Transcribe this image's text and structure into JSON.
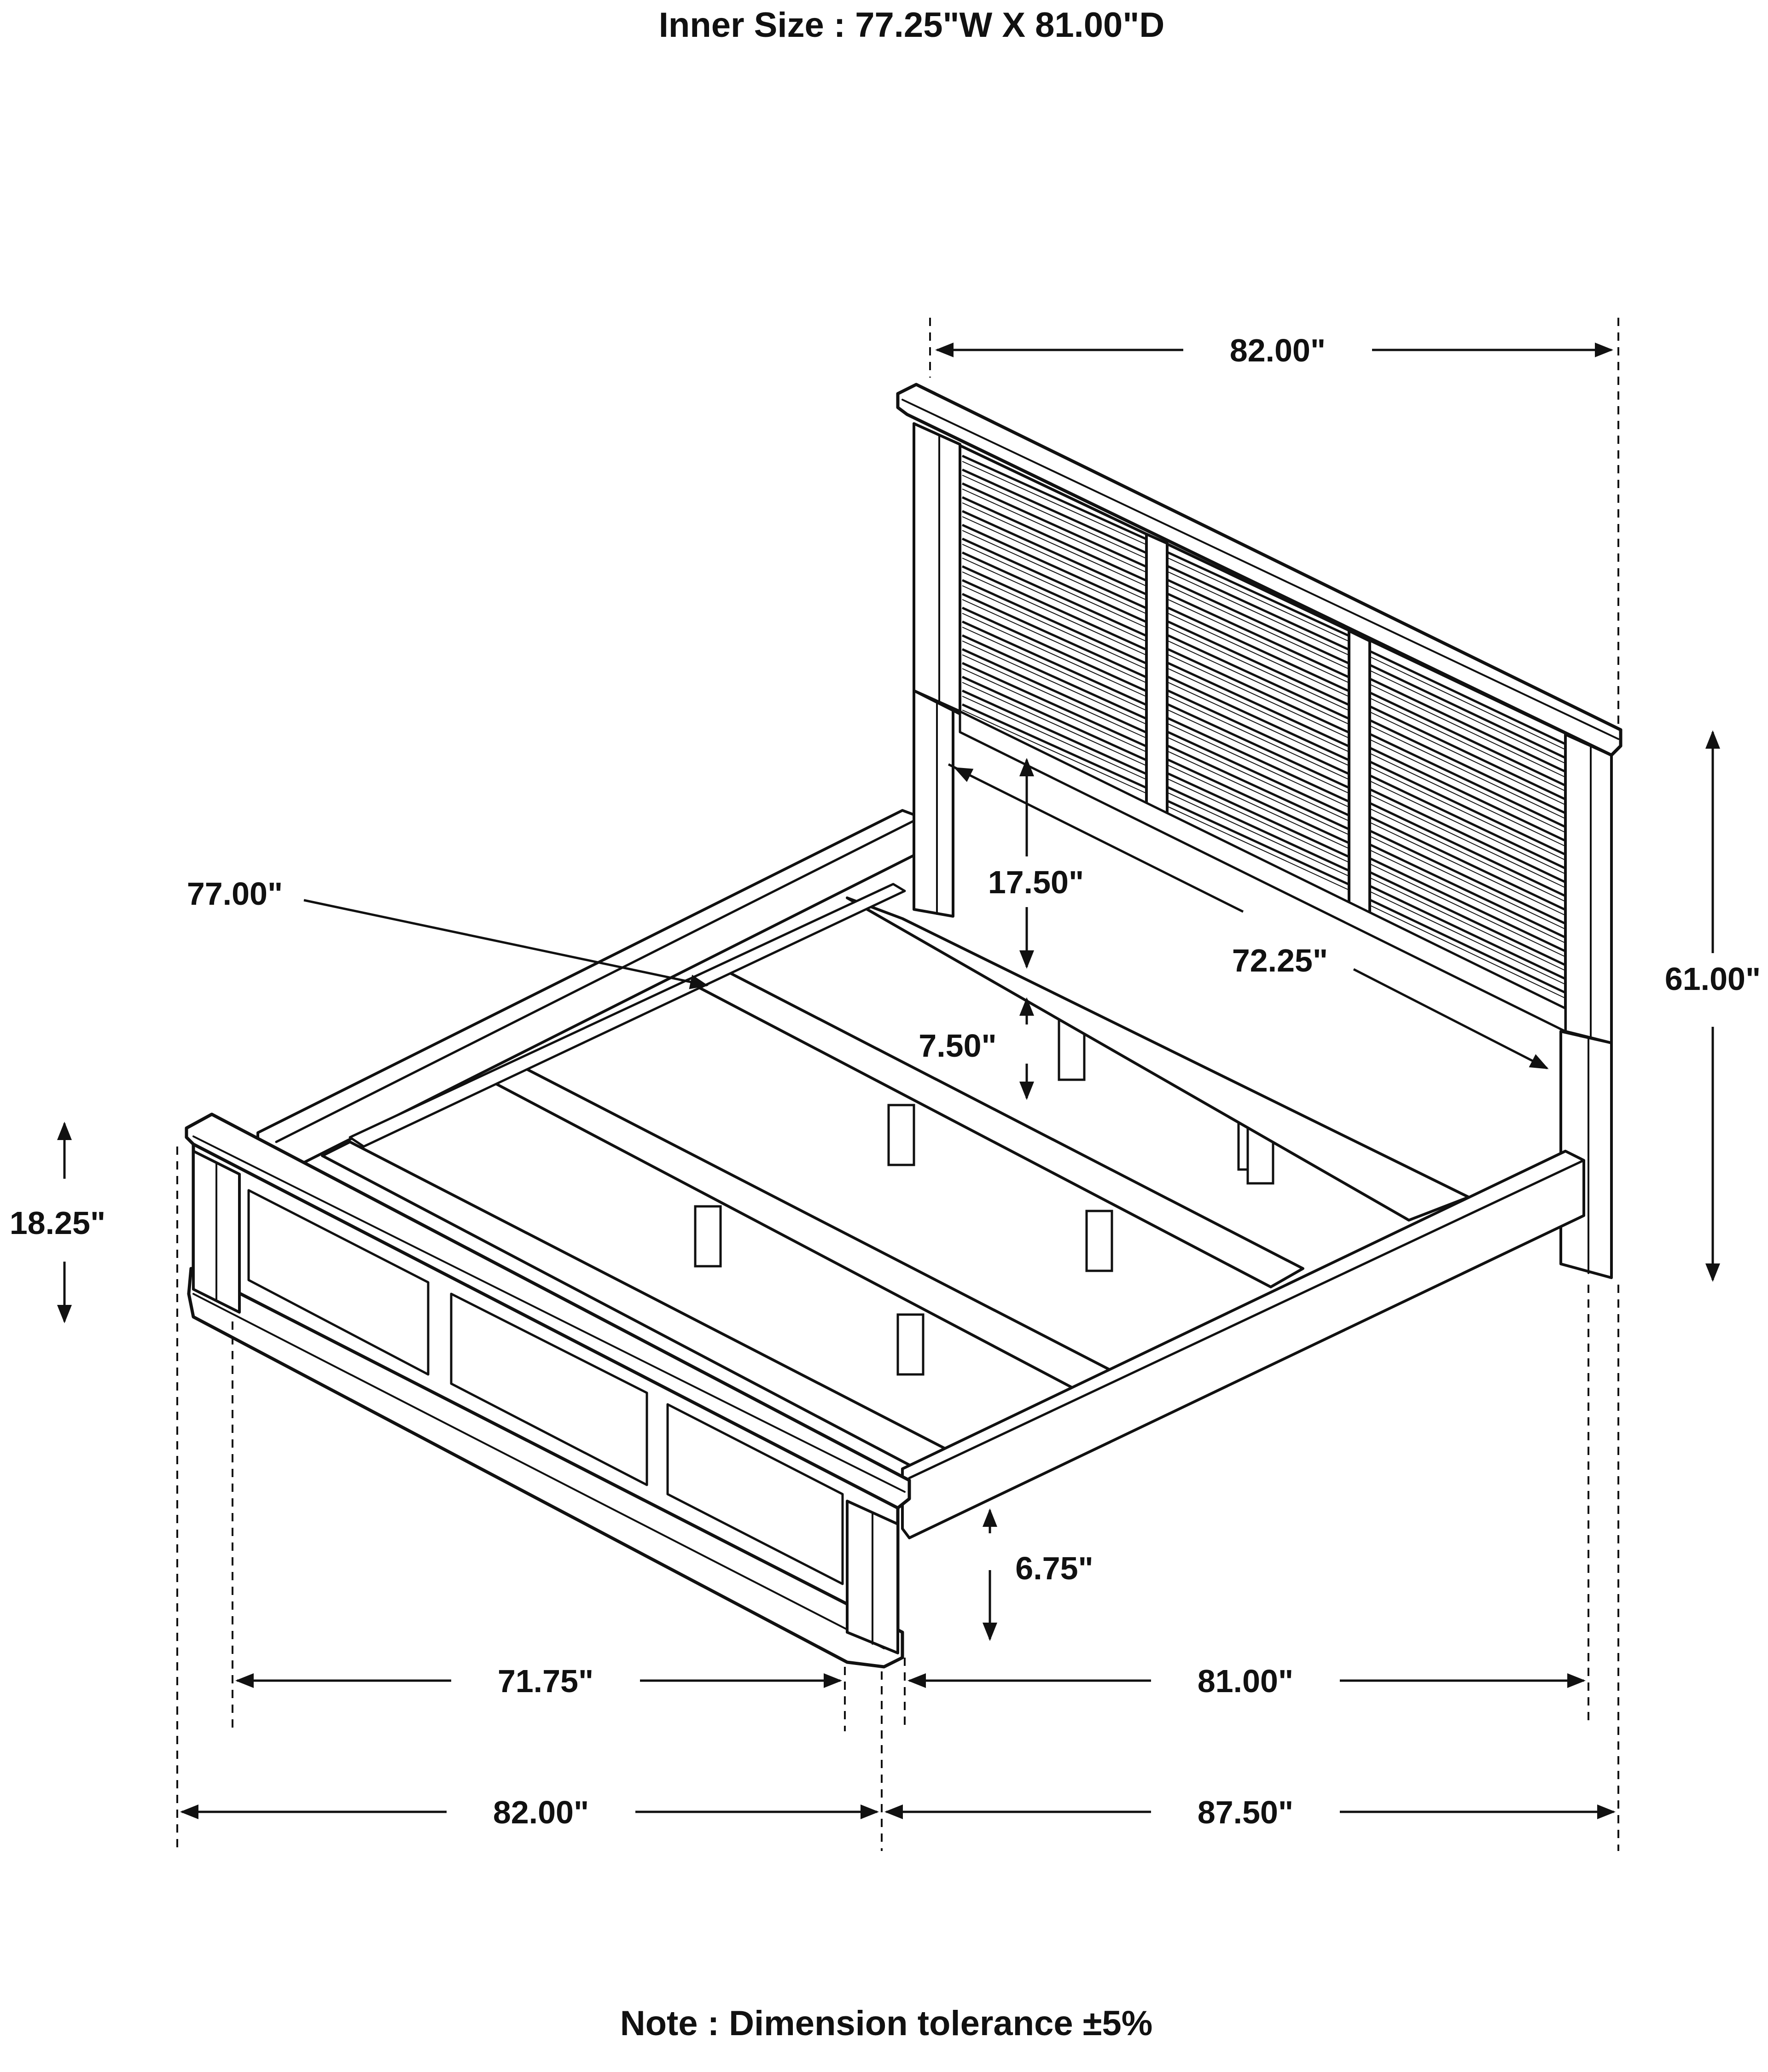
{
  "header": {
    "inner_size": "Inner Size : 77.25\"W X 81.00\"D"
  },
  "dimensions": {
    "headboard_width": "82.00\"",
    "headboard_height": "61.00\"",
    "headboard_panel_height": "17.50\"",
    "headboard_inner_width": "72.25\"",
    "rail_height": "7.50\"",
    "slat_length": "77.00\"",
    "footboard_height": "18.25\"",
    "floor_clearance": "6.75\"",
    "footboard_inner_width": "71.75\"",
    "side_rail_length": "81.00\"",
    "overall_width": "82.00\"",
    "overall_length": "87.50\""
  },
  "footer": {
    "note": "Note : Dimension tolerance ±5%"
  }
}
